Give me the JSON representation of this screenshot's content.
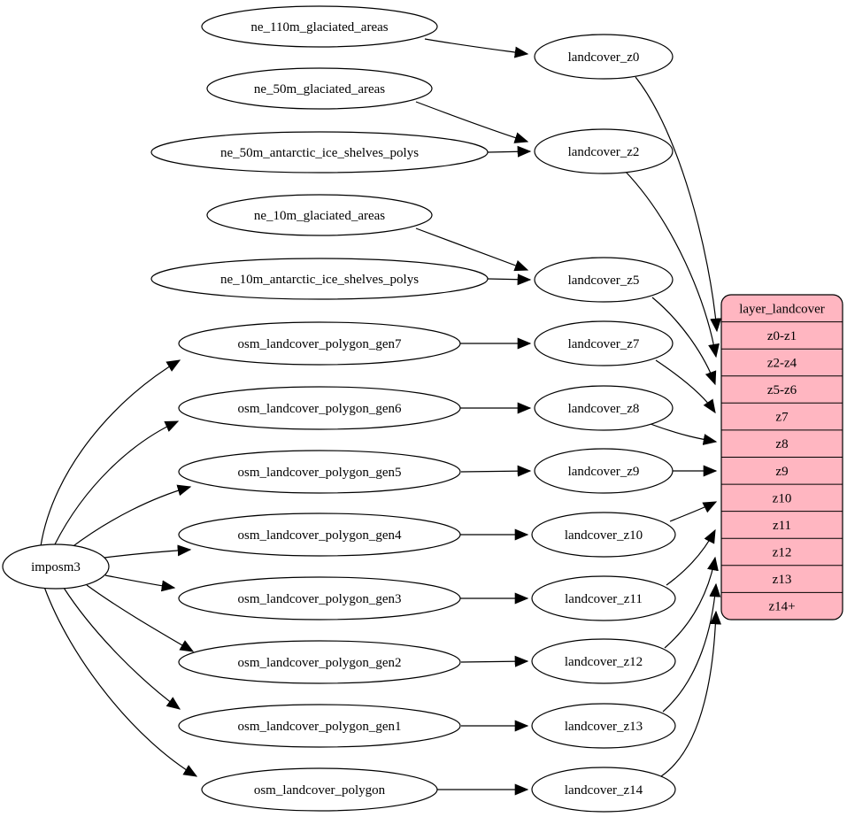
{
  "diagram": {
    "kind": "graphviz-flow-diagram",
    "colors": {
      "background": "#ffffff",
      "node_fill": "#ffffff",
      "node_stroke": "#000000",
      "edge_color": "#000000",
      "record_fill": "#ffb6c1",
      "text_color": "#000000"
    },
    "nodes": {
      "imposm3": "imposm3",
      "ne_110m_glaciated_areas": "ne_110m_glaciated_areas",
      "ne_50m_glaciated_areas": "ne_50m_glaciated_areas",
      "ne_50m_antarctic_ice_shelves_polys": "ne_50m_antarctic_ice_shelves_polys",
      "ne_10m_glaciated_areas": "ne_10m_glaciated_areas",
      "ne_10m_antarctic_ice_shelves_polys": "ne_10m_antarctic_ice_shelves_polys",
      "osm_landcover_polygon_gen7": "osm_landcover_polygon_gen7",
      "osm_landcover_polygon_gen6": "osm_landcover_polygon_gen6",
      "osm_landcover_polygon_gen5": "osm_landcover_polygon_gen5",
      "osm_landcover_polygon_gen4": "osm_landcover_polygon_gen4",
      "osm_landcover_polygon_gen3": "osm_landcover_polygon_gen3",
      "osm_landcover_polygon_gen2": "osm_landcover_polygon_gen2",
      "osm_landcover_polygon_gen1": "osm_landcover_polygon_gen1",
      "osm_landcover_polygon": "osm_landcover_polygon",
      "landcover_z0": "landcover_z0",
      "landcover_z2": "landcover_z2",
      "landcover_z5": "landcover_z5",
      "landcover_z7": "landcover_z7",
      "landcover_z8": "landcover_z8",
      "landcover_z9": "landcover_z9",
      "landcover_z10": "landcover_z10",
      "landcover_z11": "landcover_z11",
      "landcover_z12": "landcover_z12",
      "landcover_z13": "landcover_z13",
      "landcover_z14": "landcover_z14"
    },
    "record_table": {
      "title": "layer_landcover",
      "rows": [
        "z0-z1",
        "z2-z4",
        "z5-z6",
        "z7",
        "z8",
        "z9",
        "z10",
        "z11",
        "z12",
        "z13",
        "z14+"
      ]
    },
    "edges": [
      {
        "from": "ne_110m_glaciated_areas",
        "to": "landcover_z0"
      },
      {
        "from": "ne_50m_glaciated_areas",
        "to": "landcover_z2"
      },
      {
        "from": "ne_50m_antarctic_ice_shelves_polys",
        "to": "landcover_z2"
      },
      {
        "from": "ne_10m_glaciated_areas",
        "to": "landcover_z5"
      },
      {
        "from": "ne_10m_antarctic_ice_shelves_polys",
        "to": "landcover_z5"
      },
      {
        "from": "imposm3",
        "to": "osm_landcover_polygon_gen7"
      },
      {
        "from": "imposm3",
        "to": "osm_landcover_polygon_gen6"
      },
      {
        "from": "imposm3",
        "to": "osm_landcover_polygon_gen5"
      },
      {
        "from": "imposm3",
        "to": "osm_landcover_polygon_gen4"
      },
      {
        "from": "imposm3",
        "to": "osm_landcover_polygon_gen3"
      },
      {
        "from": "imposm3",
        "to": "osm_landcover_polygon_gen2"
      },
      {
        "from": "imposm3",
        "to": "osm_landcover_polygon_gen1"
      },
      {
        "from": "imposm3",
        "to": "osm_landcover_polygon"
      },
      {
        "from": "osm_landcover_polygon_gen7",
        "to": "landcover_z7"
      },
      {
        "from": "osm_landcover_polygon_gen6",
        "to": "landcover_z8"
      },
      {
        "from": "osm_landcover_polygon_gen5",
        "to": "landcover_z9"
      },
      {
        "from": "osm_landcover_polygon_gen4",
        "to": "landcover_z10"
      },
      {
        "from": "osm_landcover_polygon_gen3",
        "to": "landcover_z11"
      },
      {
        "from": "osm_landcover_polygon_gen2",
        "to": "landcover_z12"
      },
      {
        "from": "osm_landcover_polygon_gen1",
        "to": "landcover_z13"
      },
      {
        "from": "osm_landcover_polygon",
        "to": "landcover_z14"
      },
      {
        "from": "landcover_z0",
        "to": "layer_landcover",
        "port": "z0-z1"
      },
      {
        "from": "landcover_z2",
        "to": "layer_landcover",
        "port": "z2-z4"
      },
      {
        "from": "landcover_z5",
        "to": "layer_landcover",
        "port": "z5-z6"
      },
      {
        "from": "landcover_z7",
        "to": "layer_landcover",
        "port": "z7"
      },
      {
        "from": "landcover_z8",
        "to": "layer_landcover",
        "port": "z8"
      },
      {
        "from": "landcover_z9",
        "to": "layer_landcover",
        "port": "z9"
      },
      {
        "from": "landcover_z10",
        "to": "layer_landcover",
        "port": "z10"
      },
      {
        "from": "landcover_z11",
        "to": "layer_landcover",
        "port": "z11"
      },
      {
        "from": "landcover_z12",
        "to": "layer_landcover",
        "port": "z12"
      },
      {
        "from": "landcover_z13",
        "to": "layer_landcover",
        "port": "z13"
      },
      {
        "from": "landcover_z14",
        "to": "layer_landcover",
        "port": "z14+"
      }
    ]
  }
}
